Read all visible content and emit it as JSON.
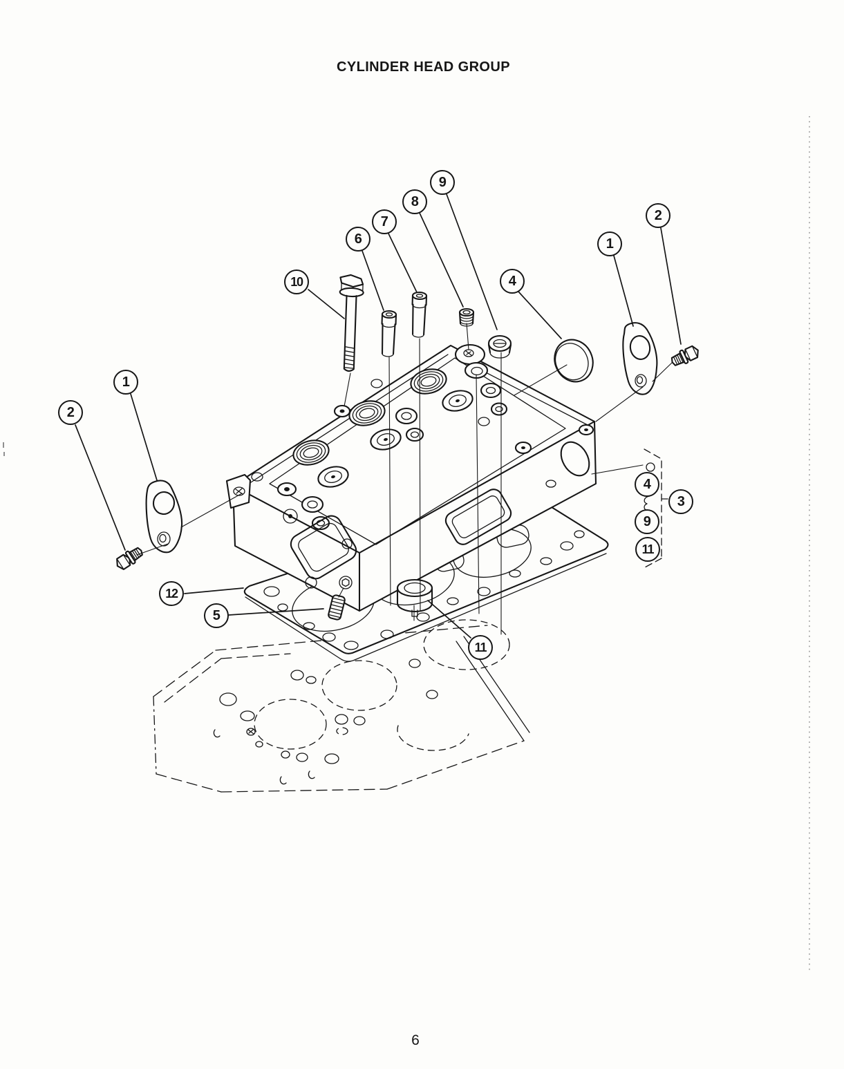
{
  "page": {
    "title": "CYLINDER HEAD GROUP",
    "page_number": "6"
  },
  "colors": {
    "ink": "#161616",
    "paper": "#fdfdfb",
    "artifact": "#8f8f8f"
  },
  "callouts": [
    {
      "label": "10"
    },
    {
      "label": "6"
    },
    {
      "label": "7"
    },
    {
      "label": "8"
    },
    {
      "label": "9"
    },
    {
      "label": "4"
    },
    {
      "label": "1"
    },
    {
      "label": "2"
    },
    {
      "label": "1"
    },
    {
      "label": "2"
    },
    {
      "label": "12"
    },
    {
      "label": "5"
    },
    {
      "label": "11"
    },
    {
      "label": "4"
    },
    {
      "label": "9"
    },
    {
      "label": "11"
    },
    {
      "label": "3"
    }
  ]
}
